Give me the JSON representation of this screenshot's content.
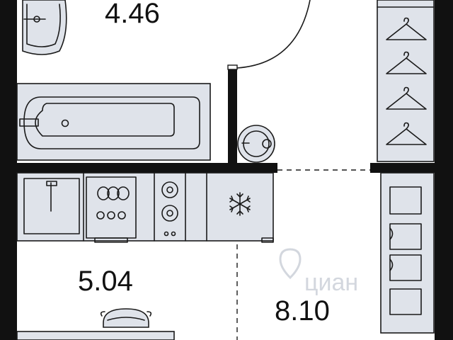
{
  "rooms": [
    {
      "id": "bathroom",
      "area": "4.46"
    },
    {
      "id": "kitchen",
      "area": "5.04"
    },
    {
      "id": "living",
      "area": "8.10"
    }
  ],
  "watermark": "циан",
  "colors": {
    "wall": "#111111",
    "fixture_fill": "#dfe3ea",
    "line": "#1a1a1a"
  }
}
